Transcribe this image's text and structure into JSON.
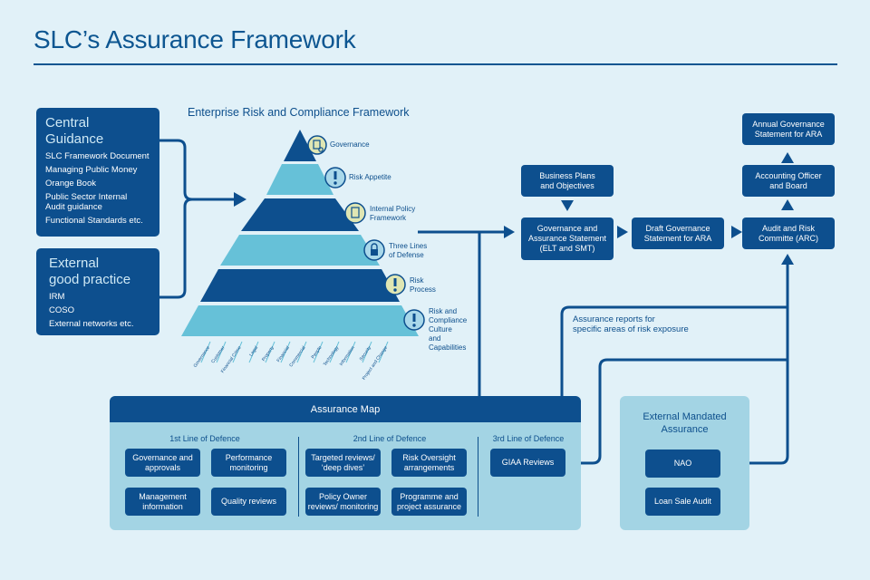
{
  "title": "SLC’s Assurance Framework",
  "colors": {
    "dark_blue": "#0d4f8e",
    "light_blue": "#66c1d8",
    "panel_blue": "#a3d4e4",
    "background": "#e1f1f8",
    "icon_yellow": "#dfe6b3"
  },
  "central_guidance": {
    "heading_line1": "Central",
    "heading_line2": "Guidance",
    "items": [
      "SLC Framework Document",
      "Managing Public Money",
      "Orange Book",
      "Public Sector Internal",
      "Audit guidance",
      "Functional Standards etc."
    ]
  },
  "external_good_practice": {
    "heading_line1": "External",
    "heading_line2": "good practice",
    "items": [
      "IRM",
      "COSO",
      "External networks etc."
    ]
  },
  "erc_framework": {
    "title": "Enterprise Risk and Compliance Framework",
    "layers": [
      {
        "label": "Governance",
        "icon": "document-search-icon"
      },
      {
        "label": "Risk Appetite",
        "icon": "exclamation-icon"
      },
      {
        "label": "Internal Policy\nFramework",
        "icon": "clipboard-check-icon"
      },
      {
        "label": "Three Lines\nof Defense",
        "icon": "padlock-icon"
      },
      {
        "label": "Risk\nProcess",
        "icon": "exclamation-icon"
      },
      {
        "label": "Risk and\nCompliance\nCulture\nand\nCapabilities",
        "icon": "exclamation-icon"
      }
    ],
    "risk_categories": [
      "Governance",
      "Customer",
      "Financial Crime",
      "Legal",
      "Property",
      "Financial",
      "Commercial",
      "People",
      "Technology",
      "Information",
      "Security",
      "Project and Change"
    ]
  },
  "flow": {
    "business_plans": "Business Plans\nand Objectives",
    "gov_assurance_statement": "Governance and\nAssurance Statement\n(ELT and SMT)",
    "draft_statement": "Draft Governance\nStatement for ARA",
    "arc": "Audit and Risk\nCommitte (ARC)",
    "accounting_officer": "Accounting Officer\nand Board",
    "annual_statement": "Annual Governance\nStatement for ARA",
    "assurance_reports_note": "Assurance reports for\nspecific areas of risk exposure"
  },
  "assurance_map": {
    "title": "Assurance Map",
    "lines": [
      {
        "label": "1st Line of Defence",
        "items": [
          "Governance and\napprovals",
          "Performance\nmonitoring",
          "Management\ninformation",
          "Quality reviews"
        ]
      },
      {
        "label": "2nd Line of Defence",
        "items": [
          "Targeted reviews/\n‘deep dives’",
          "Risk Oversight\narrangements",
          "Policy Owner\nreviews/ monitoring",
          "Programme and\nproject assurance"
        ]
      },
      {
        "label": "3rd Line of Defence",
        "items": [
          "GIAA Reviews"
        ]
      }
    ]
  },
  "external_mandated": {
    "title": "External Mandated\nAssurance",
    "items": [
      "NAO",
      "Loan Sale Audit"
    ]
  }
}
